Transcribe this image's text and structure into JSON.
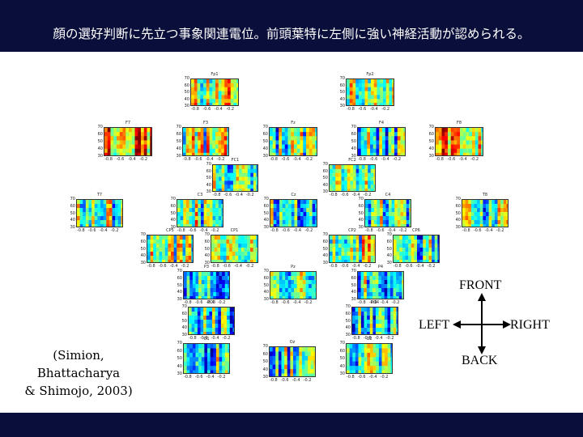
{
  "slide": {
    "title": "顔の選好判断に先立つ事象関連電位。前頭葉特に左側に強い神経活動が認められる。",
    "citation_line1": "(Simion, Bhattacharya",
    "citation_line2": "& Shimojo, 2003)",
    "colors": {
      "bar": "#0a0e3a"
    }
  },
  "compass": {
    "front": "FRONT",
    "back": "BACK",
    "left": "LEFT",
    "right": "RIGHT"
  },
  "axis_ticks": {
    "y": [
      "70",
      "60",
      "50",
      "40",
      "30"
    ],
    "x": [
      "-0.8",
      "-0.6",
      "-0.4",
      "-0.2"
    ]
  },
  "channels": [
    {
      "label": "Fp1",
      "intensity": 0.6
    },
    {
      "label": "Fp2",
      "intensity": 0.6
    },
    {
      "label": "F7",
      "intensity": 1.0
    },
    {
      "label": "F3",
      "intensity": 0.55
    },
    {
      "label": "Fz",
      "intensity": 0.3
    },
    {
      "label": "F4",
      "intensity": 0.3
    },
    {
      "label": "F8",
      "intensity": 0.85
    },
    {
      "label": "FC1",
      "intensity": 0.3
    },
    {
      "label": "FC2",
      "intensity": 0.45
    },
    {
      "label": "T7",
      "intensity": 0.35
    },
    {
      "label": "C3",
      "intensity": 0.5
    },
    {
      "label": "Cz",
      "intensity": 0.3
    },
    {
      "label": "C4",
      "intensity": 0.4
    },
    {
      "label": "T8",
      "intensity": 0.35
    },
    {
      "label": "CP5",
      "intensity": 0.45
    },
    {
      "label": "CP1",
      "intensity": 0.3
    },
    {
      "label": "CP2",
      "intensity": 0.45
    },
    {
      "label": "CP6",
      "intensity": 0.3
    },
    {
      "label": "P3",
      "intensity": 0.15
    },
    {
      "label": "Pz",
      "intensity": 0.35
    },
    {
      "label": "P4",
      "intensity": 0.25
    },
    {
      "label": "PO3",
      "intensity": 0.2
    },
    {
      "label": "PO4",
      "intensity": 0.2
    },
    {
      "label": "O1",
      "intensity": 0.2
    },
    {
      "label": "Oz",
      "intensity": 0.25
    },
    {
      "label": "O2",
      "intensity": 0.4
    }
  ]
}
